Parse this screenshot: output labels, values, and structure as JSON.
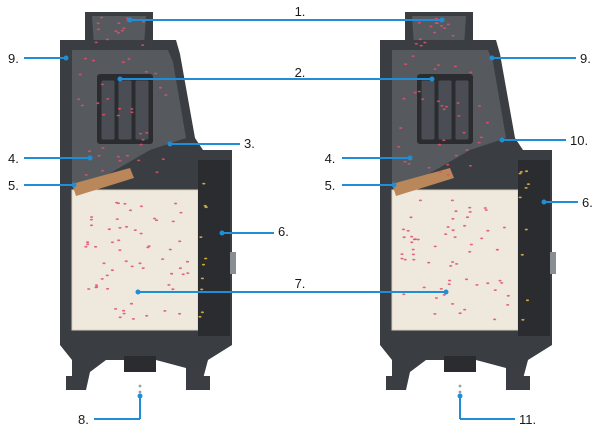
{
  "colors": {
    "leader": "#1e8fd6",
    "body": "#3a3d41",
    "body_dark": "#2a2c30",
    "chamber": "#565a5f",
    "insulation": "#efe8dc",
    "insulation_line": "#d9cfbe",
    "baffle": "#b9875a",
    "particle": "#e0506a",
    "ember": "#e8c23a"
  },
  "callouts": {
    "left": [
      {
        "id": "1",
        "text": "1."
      },
      {
        "id": "2",
        "text": "2."
      },
      {
        "id": "3",
        "text": "3."
      },
      {
        "id": "4",
        "text": "4."
      },
      {
        "id": "5",
        "text": "5."
      },
      {
        "id": "6",
        "text": "6."
      },
      {
        "id": "7",
        "text": "7."
      },
      {
        "id": "8",
        "text": "8."
      },
      {
        "id": "9",
        "text": "9."
      }
    ],
    "right": [
      {
        "id": "9",
        "text": "9."
      },
      {
        "id": "10",
        "text": "10."
      },
      {
        "id": "4",
        "text": "4."
      },
      {
        "id": "5",
        "text": "5."
      },
      {
        "id": "6",
        "text": "6."
      },
      {
        "id": "11",
        "text": "11."
      }
    ]
  }
}
